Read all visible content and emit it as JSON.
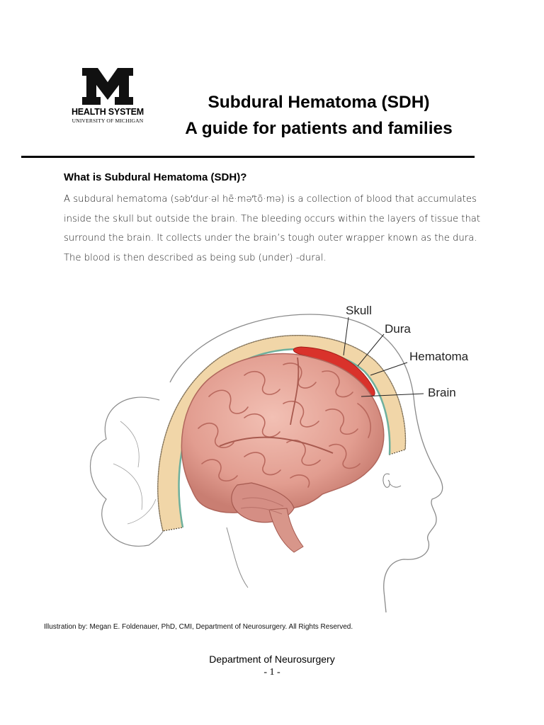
{
  "logo": {
    "letter": "M",
    "line1": "HEALTH SYSTEM",
    "line2": "UNIVERSITY OF MICHIGAN"
  },
  "title": {
    "line1": "Subdural Hematoma (SDH)",
    "line2": "A guide for patients and families"
  },
  "section": {
    "heading": "What is Subdural Hematoma (SDH)?",
    "paragraph": "A subdural hematoma (səb′dur·əl hē·mə′tō·mə) is a collection of blood that accumulates inside the skull but outside the brain.  The bleeding occurs within the layers of tissue that surround the brain. It collects under the brain’s tough outer wrapper known as the dura.  The blood is then described as being sub (under) -dural."
  },
  "illustration": {
    "labels": {
      "skull": "Skull",
      "dura": "Dura",
      "hematoma": "Hematoma",
      "brain": "Brain"
    },
    "colors": {
      "brain": "#e8a89c",
      "gyri": "#c97a70",
      "hematoma": "#d9322b",
      "dura": "#7ab8a6",
      "skull": "#f3d9b0"
    },
    "credit": "Illustration by: Megan E. Foldenauer, PhD, CMI, Department of Neurosurgery. All Rights Reserved."
  },
  "footer": {
    "department": "Department of Neurosurgery",
    "page": "- 1 -"
  }
}
